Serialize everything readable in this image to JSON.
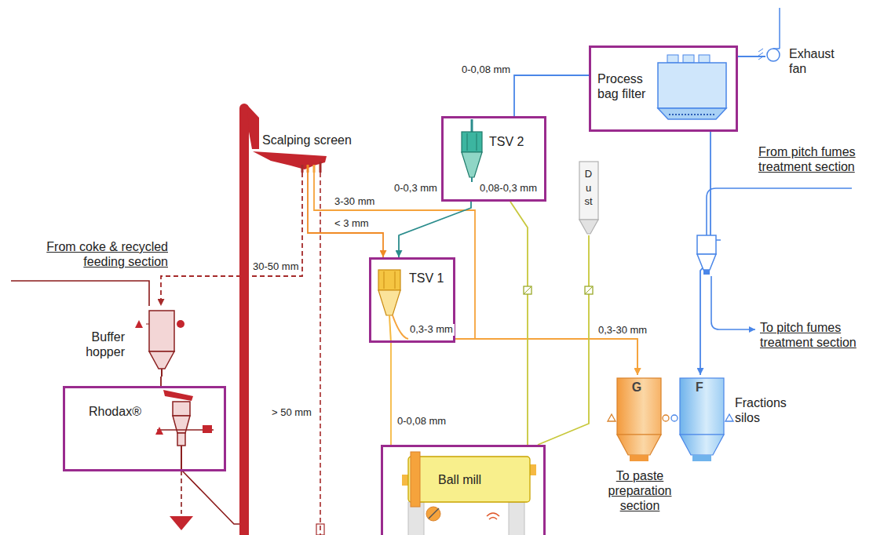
{
  "diagram": {
    "nodes": [
      {
        "text": [
          "Process bag filter"
        ]
      },
      {
        "text": [
          "Exhaust fan"
        ]
      },
      {
        "text": [
          "Scalping screen"
        ]
      },
      {
        "text": [
          "TSV 2"
        ]
      },
      {
        "text": [
          "Dust"
        ]
      },
      {
        "text": [
          "TSV 1"
        ]
      },
      {
        "text": [
          "Buffer hopper"
        ]
      },
      {
        "text": [
          "Rhodax®"
        ]
      },
      {
        "text": [
          "G"
        ]
      },
      {
        "text": [
          "F"
        ]
      },
      {
        "text": [
          "Ball mill"
        ]
      }
    ],
    "edges": [
      {
        "from": 3,
        "to": 0,
        "arrow": "none",
        "label": "0-0,08 mm"
      },
      {
        "from": 0,
        "to": 1,
        "arrow": "none"
      },
      {
        "from": 2,
        "to": 6,
        "arrow": "to",
        "label": "30-50 mm"
      },
      {
        "from": 2,
        "to": 5,
        "arrow": "to",
        "label": "< 3 mm"
      },
      {
        "from": 2,
        "to": 8,
        "arrow": "to",
        "label": "3-30 mm"
      },
      {
        "from": 5,
        "to": 8,
        "arrow": "to",
        "label": "0,3-3 mm"
      },
      {
        "from": 3,
        "to": 5,
        "arrow": "to",
        "label": "0-0,3 mm"
      },
      {
        "from": 3,
        "to": 10,
        "arrow": "none",
        "label": "0,08-0,3 mm"
      },
      {
        "from": 5,
        "to": 10,
        "arrow": "none",
        "label": "0-0,08 mm"
      },
      {
        "from": 4,
        "to": 10,
        "arrow": "none"
      },
      {
        "from": 6,
        "to": 7,
        "arrow": "none"
      },
      {
        "from": 0,
        "to": 9,
        "arrow": "to"
      }
    ],
    "labels": [
      "> 50 mm",
      "0,3-30 mm",
      "Fractions silos",
      "To paste preparation section",
      "From coke & recycled feeding section",
      "From pitch fumes treatment section",
      "To pitch fumes treatment section"
    ]
  }
}
